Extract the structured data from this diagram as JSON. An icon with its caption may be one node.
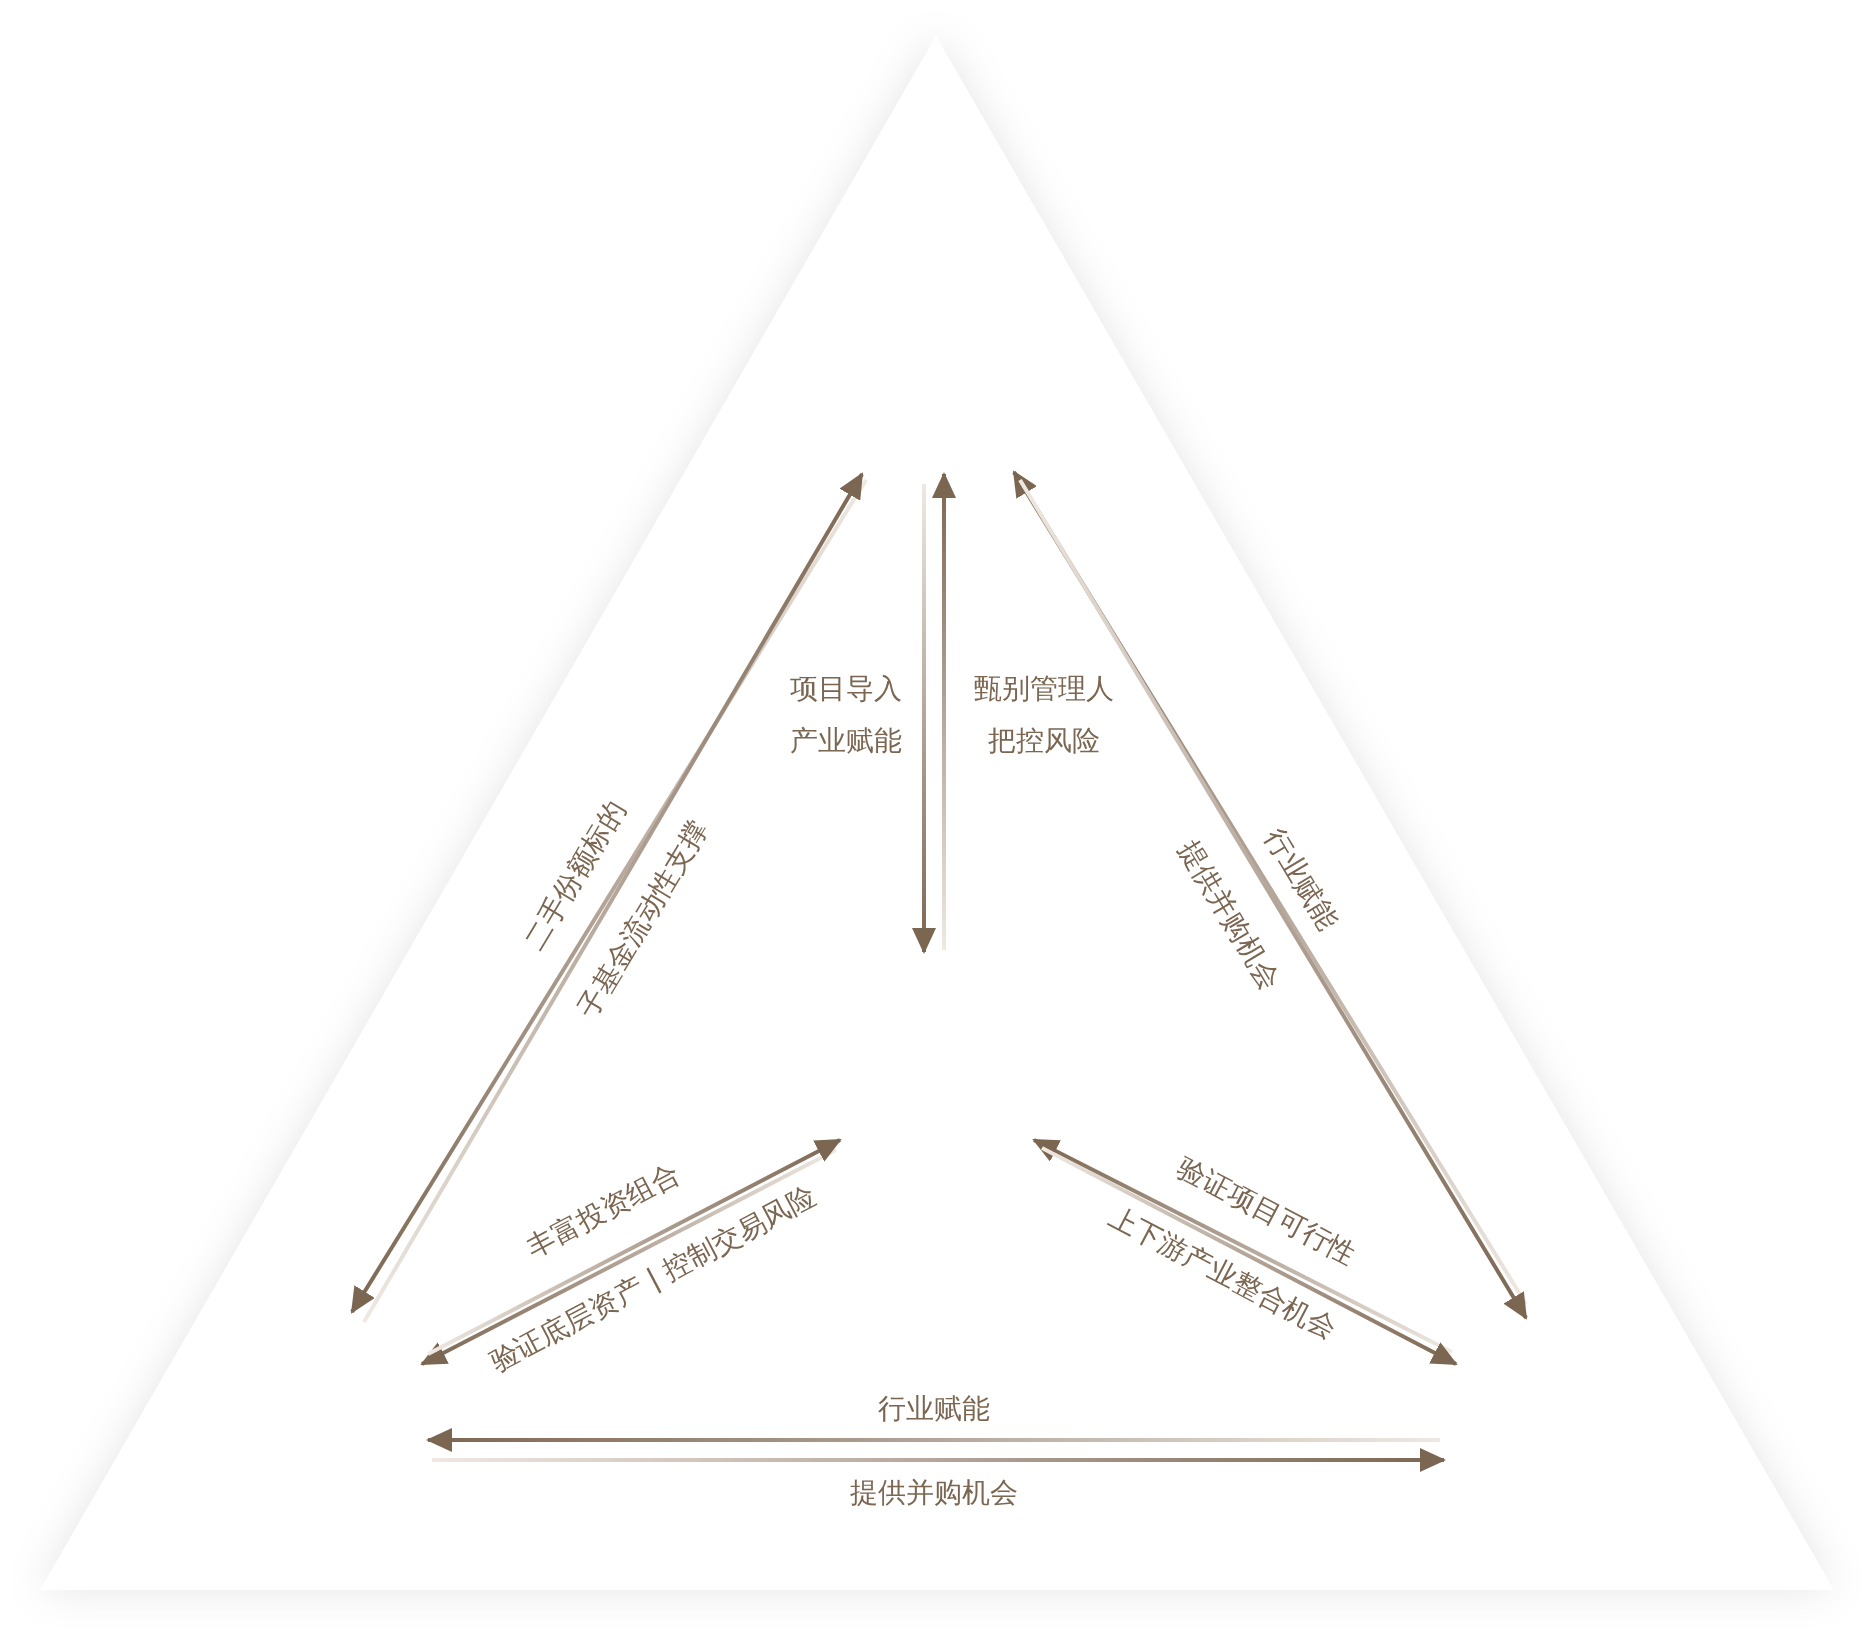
{
  "diagram": {
    "labels": [
      "二手份额标的",
      "子基金流动性支撑",
      "项目导入产业赋能",
      "甄别管理人把控风险",
      "行业赋能",
      "提供并购机会",
      "丰富投资组合",
      "验证底层资产 | 控制交易风险",
      "验证项目可行性",
      "上下游产业整合机会",
      "行业赋能",
      "提供并购机会"
    ]
  }
}
